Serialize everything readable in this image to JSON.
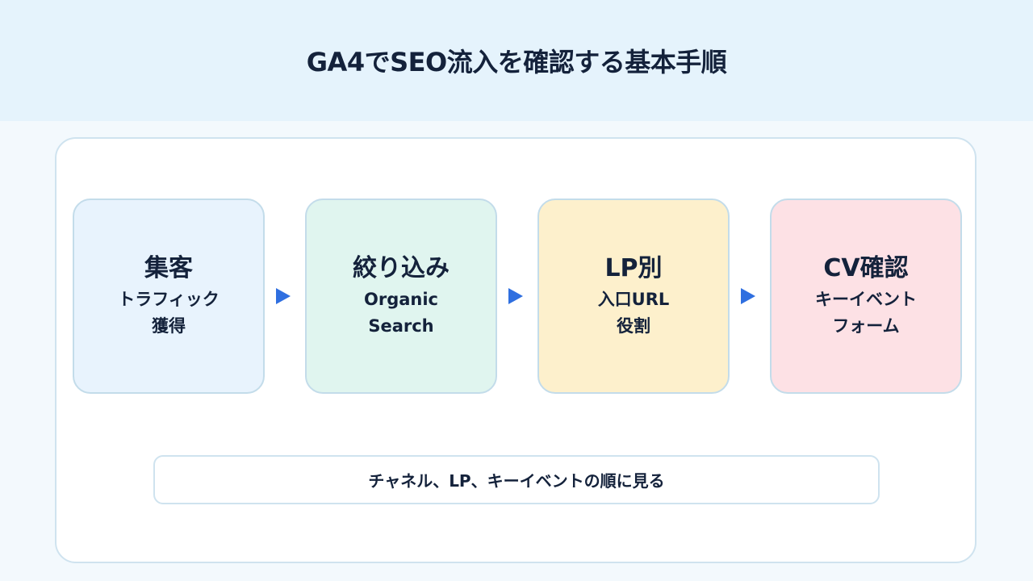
{
  "header": {
    "title": "GA4でSEO流入を確認する基本手順"
  },
  "steps": [
    {
      "title": "集客",
      "line1": "トラフィック",
      "line2": "獲得",
      "bg": "#e8f3fd"
    },
    {
      "title": "絞り込み",
      "line1": "Organic",
      "line2": "Search",
      "bg": "#e0f5ef"
    },
    {
      "title": "LP別",
      "line1": "入口URL",
      "line2": "役割",
      "bg": "#fdf0cc"
    },
    {
      "title": "CV確認",
      "line1": "キーイベント",
      "line2": "フォーム",
      "bg": "#fde1e5"
    }
  ],
  "summary": {
    "text": "チャネル、LP、キーイベントの順に見る"
  },
  "colors": {
    "accent": "#2f6fe0",
    "text": "#14223b"
  }
}
